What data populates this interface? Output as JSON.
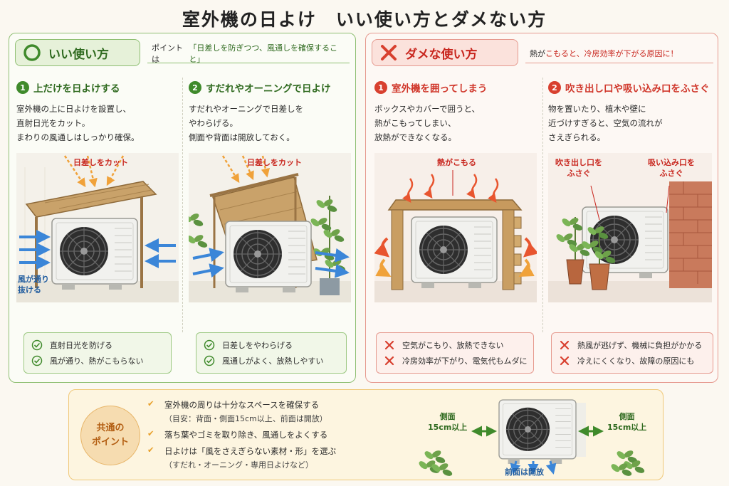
{
  "title": "室外機の日よけ　いい使い方とダメない方",
  "good": {
    "header": "いい使い方",
    "point_prefix": "ポイントは",
    "point_highlight": "「日差しを防ぎつつ、風通しを確保すること」",
    "items": [
      {
        "num": "1",
        "title": "上だけを日よけする",
        "desc": [
          "室外機の上に日よけを設置し、",
          "直射日光をカット。",
          "まわりの風通しはしっかり確保。"
        ],
        "label_sun": "日差しをカット",
        "label_wind": [
          "風が通り",
          "抜ける"
        ],
        "results": [
          "直射日光を防げる",
          "風が通り、熱がこもらない"
        ]
      },
      {
        "num": "2",
        "title": "すだれやオーニングで日よけ",
        "desc": [
          "すだれやオーニングで日差しを",
          "やわらげる。",
          "側面や背面は開放しておく。"
        ],
        "label_sun": "日差しをカット",
        "results": [
          "日差しをやわらげる",
          "風通しがよく、放熱しやすい"
        ]
      }
    ]
  },
  "bad": {
    "header": "ダメな使い方",
    "point_prefix": "熱が",
    "point_highlight": "こもると、冷房効率が下がる原因に！",
    "items": [
      {
        "num": "1",
        "title": "室外機を囲ってしまう",
        "desc": [
          "ボックスやカバーで囲うと、",
          "熱がこもってしまい、",
          "放熱ができなくなる。"
        ],
        "label_heat": "熱がこもる",
        "results": [
          "空気がこもり、放熱できない",
          "冷房効率が下がり、電気代もムダに"
        ]
      },
      {
        "num": "2",
        "title": "吹き出し口や吸い込み口をふさぐ",
        "desc": [
          "物を置いたり、植木や壁に",
          "近づけすぎると、空気の流れが",
          "さえぎられる。"
        ],
        "label_outlet": [
          "吹き出し口を",
          "ふさぐ"
        ],
        "label_inlet": [
          "吸い込み口を",
          "ふさぐ"
        ],
        "results": [
          "熱風が逃げず、機械に負担がかかる",
          "冷えにくくなり、故障の原因にも"
        ]
      }
    ]
  },
  "common": {
    "badge": [
      "共通の",
      "ポイント"
    ],
    "items": [
      {
        "text": "室外機の周りは十分なスペースを確保する",
        "sub": "（目安：背面・側面15cm以上、前面は開放）"
      },
      {
        "text": "落ち葉やゴミを取り除き、風通しをよくする",
        "sub": ""
      },
      {
        "text": "日よけは「風をさえぎらない素材・形」を選ぶ",
        "sub": "（すだれ・オーニング・専用日よけなど）"
      }
    ],
    "label_side_left": [
      "側面",
      "15cm以上"
    ],
    "label_side_right": [
      "側面",
      "15cm以上"
    ],
    "label_front": "前面は開放"
  },
  "colors": {
    "good_accent": "#3f8a2b",
    "bad_accent": "#d8402f",
    "common_accent": "#e8a02a",
    "wind": "#3b86d8",
    "heat": "#e8552f"
  }
}
